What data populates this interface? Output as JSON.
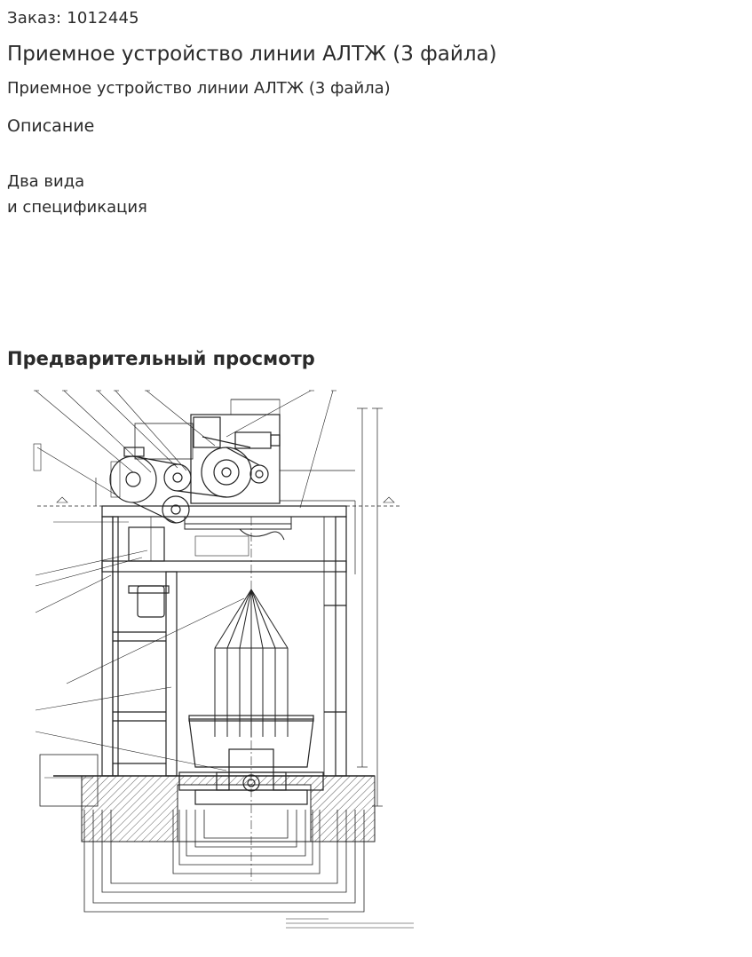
{
  "order": {
    "label": "Заказ: 1012445"
  },
  "product": {
    "title": "Приемное устройство линии АЛТЖ (3 файла)",
    "subtitle": "Приемное устройство линии АЛТЖ (3 файла)"
  },
  "description": {
    "heading": "Описание",
    "lines": [
      "Два вида",
      "и спецификация"
    ]
  },
  "preview": {
    "heading": "Предварительный просмотр"
  },
  "colors": {
    "text": "#2b2b2b",
    "line": "#222222",
    "background": "#ffffff"
  }
}
